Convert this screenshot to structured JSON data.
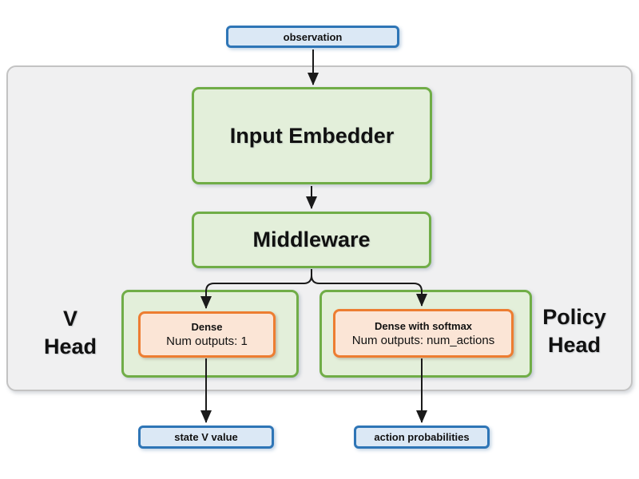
{
  "diagram": {
    "nodes": {
      "observation": {
        "label": "observation"
      },
      "input_embedder": {
        "label": "Input Embedder"
      },
      "middleware": {
        "label": "Middleware"
      },
      "v_head_label": {
        "line1": "V",
        "line2": "Head"
      },
      "policy_head_label": {
        "line1": "Policy",
        "line2": "Head"
      },
      "dense": {
        "title": "Dense",
        "subtitle": "Num outputs: 1"
      },
      "dense_softmax": {
        "title": "Dense with softmax",
        "subtitle": "Num outputs: num_actions"
      },
      "state_v_value": {
        "label": "state V value"
      },
      "action_probabilities": {
        "label": "action probabilities"
      }
    },
    "colors": {
      "blue_border": "#2e75b6",
      "blue_fill": "#dbe8f5",
      "green_border": "#70ad47",
      "green_fill": "#e3efda",
      "orange_border": "#ed7d31",
      "orange_fill": "#fbe5d6",
      "panel_fill": "#f0f0f1",
      "panel_border": "#c3c3c3",
      "line_color": "#1a1a1a"
    }
  }
}
